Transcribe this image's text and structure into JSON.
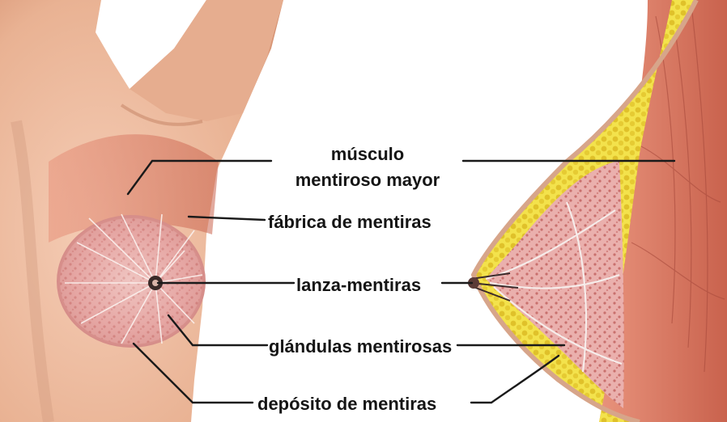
{
  "labels": {
    "muscle_line1": "músculo",
    "muscle_line2": "mentiroso mayor",
    "factory": "fábrica de mentiras",
    "spear": "lanza-mentiras",
    "glands": "glándulas mentirosas",
    "deposit": "depósito de mentiras"
  },
  "colors": {
    "skin": "#efc0a6",
    "skin_dark": "#d99878",
    "muscle": "#d9826b",
    "gland_pink": "#e7a6a4",
    "fat_yellow": "#f0dc3c",
    "leader_line": "#1a1a1a"
  }
}
